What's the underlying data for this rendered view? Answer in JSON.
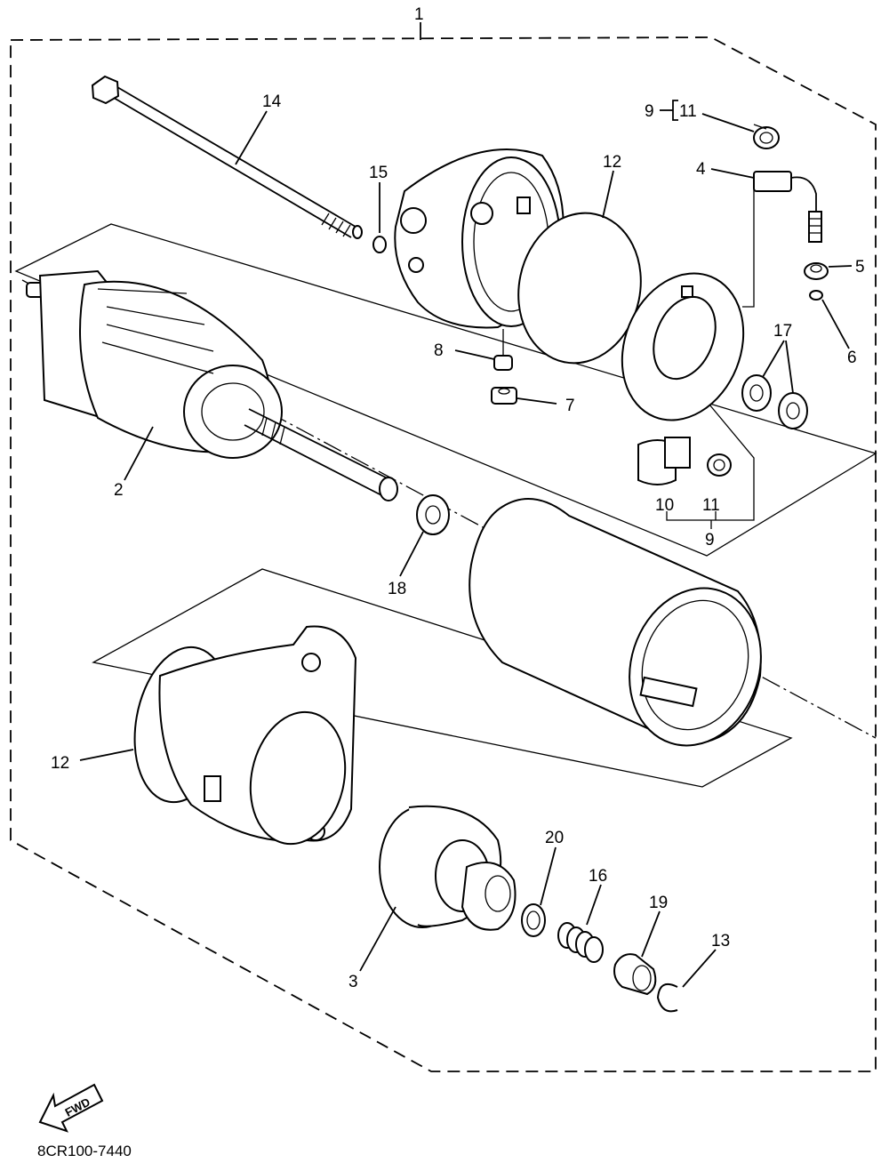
{
  "diagram": {
    "labels": {
      "p1": "1",
      "p2": "2",
      "p3": "3",
      "p4": "4",
      "p5": "5",
      "p6": "6",
      "p7": "7",
      "p8": "8",
      "p9_top": "9",
      "p11_top": "11",
      "p9_bottom": "9",
      "p10": "10",
      "p11_bottom": "11",
      "p12_top": "12",
      "p12_bottom": "12",
      "p13": "13",
      "p14": "14",
      "p15": "15",
      "p16": "16",
      "p17": "17",
      "p18": "18",
      "p19": "19",
      "p20": "20"
    },
    "fwd_text": "FWD",
    "drawing_code": "8CR100-7440",
    "icons": [
      "fwd-arrow-icon"
    ]
  }
}
